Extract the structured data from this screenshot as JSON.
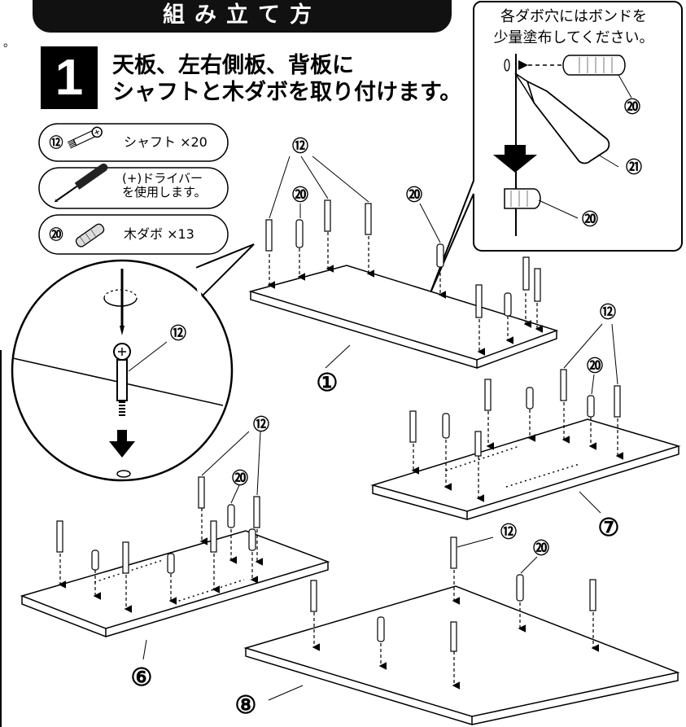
{
  "header": {
    "title": "組み立て方"
  },
  "decor": {
    "dot": "。"
  },
  "step": {
    "number": "1",
    "title_line1": "天板、左右側板、背板に",
    "title_line2": "シャフトと木ダボを取り付けます。"
  },
  "parts": [
    {
      "id": "⑫",
      "label": "シャフト ×20",
      "icon": "shaft-icon"
    },
    {
      "id": "",
      "label_line1": "(+)ドライバー",
      "label_line2": "を使用します。",
      "icon": "screwdriver-icon"
    },
    {
      "id": "⑳",
      "label": "木ダボ ×13",
      "icon": "dowel-icon"
    }
  ],
  "callout": {
    "line1": "各ダボ穴にはボンドを",
    "line2": "少量塗布してください。",
    "dowel_label": "⑳",
    "bond_label": "㉑",
    "dowel_label_bottom": "⑳"
  },
  "zoom": {
    "shaft_label": "⑫"
  },
  "panels": {
    "p1": {
      "label": "①",
      "shaft": "⑫",
      "dowel_a": "⑳",
      "dowel_b": "⑳"
    },
    "p6": {
      "label": "⑥",
      "shaft": "⑫",
      "dowel": "⑳"
    },
    "p7": {
      "label": "⑦",
      "shaft": "⑫",
      "dowel": "⑳"
    },
    "p8": {
      "label": "⑧",
      "shaft": "⑫",
      "dowel": "⑳"
    }
  }
}
